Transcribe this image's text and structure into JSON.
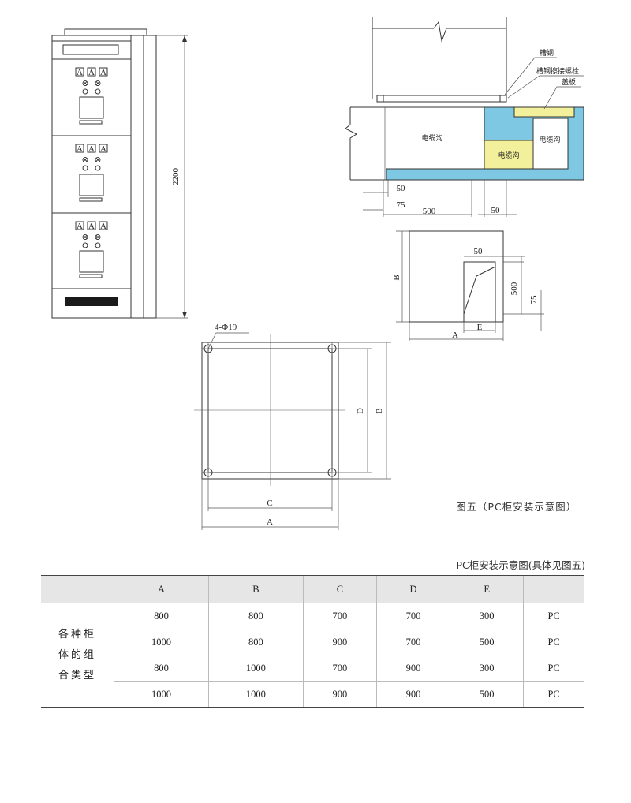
{
  "figure": {
    "cabinet_height": "2200",
    "meter_glyph": "A",
    "knob_glyph": "⊗",
    "labels": {
      "channel_steel": "槽钢",
      "channel_weld_bolt": "槽钢擦接螺栓",
      "cover_plate": "盖板",
      "cable_trench": "电缆沟"
    },
    "dims": {
      "d50": "50",
      "d75": "75",
      "d500": "500",
      "A": "A",
      "B": "B",
      "C": "C",
      "D": "D",
      "E": "E",
      "holes": "4-Φ19"
    },
    "colors": {
      "trench_blue": "#7ec8e3",
      "cover_yellow": "#f2f09a"
    },
    "caption": "图五（PC柜安装示意图）"
  },
  "table": {
    "title": "PC柜安装示意图(具体见图五)",
    "headers": [
      "",
      "A",
      "B",
      "C",
      "D",
      "E",
      ""
    ],
    "row_label": [
      "各种柜",
      "体的组",
      "合类型"
    ],
    "rows": [
      [
        "800",
        "800",
        "700",
        "700",
        "300",
        "PC"
      ],
      [
        "1000",
        "800",
        "900",
        "700",
        "500",
        "PC"
      ],
      [
        "800",
        "1000",
        "700",
        "900",
        "300",
        "PC"
      ],
      [
        "1000",
        "1000",
        "900",
        "900",
        "500",
        "PC"
      ]
    ]
  }
}
